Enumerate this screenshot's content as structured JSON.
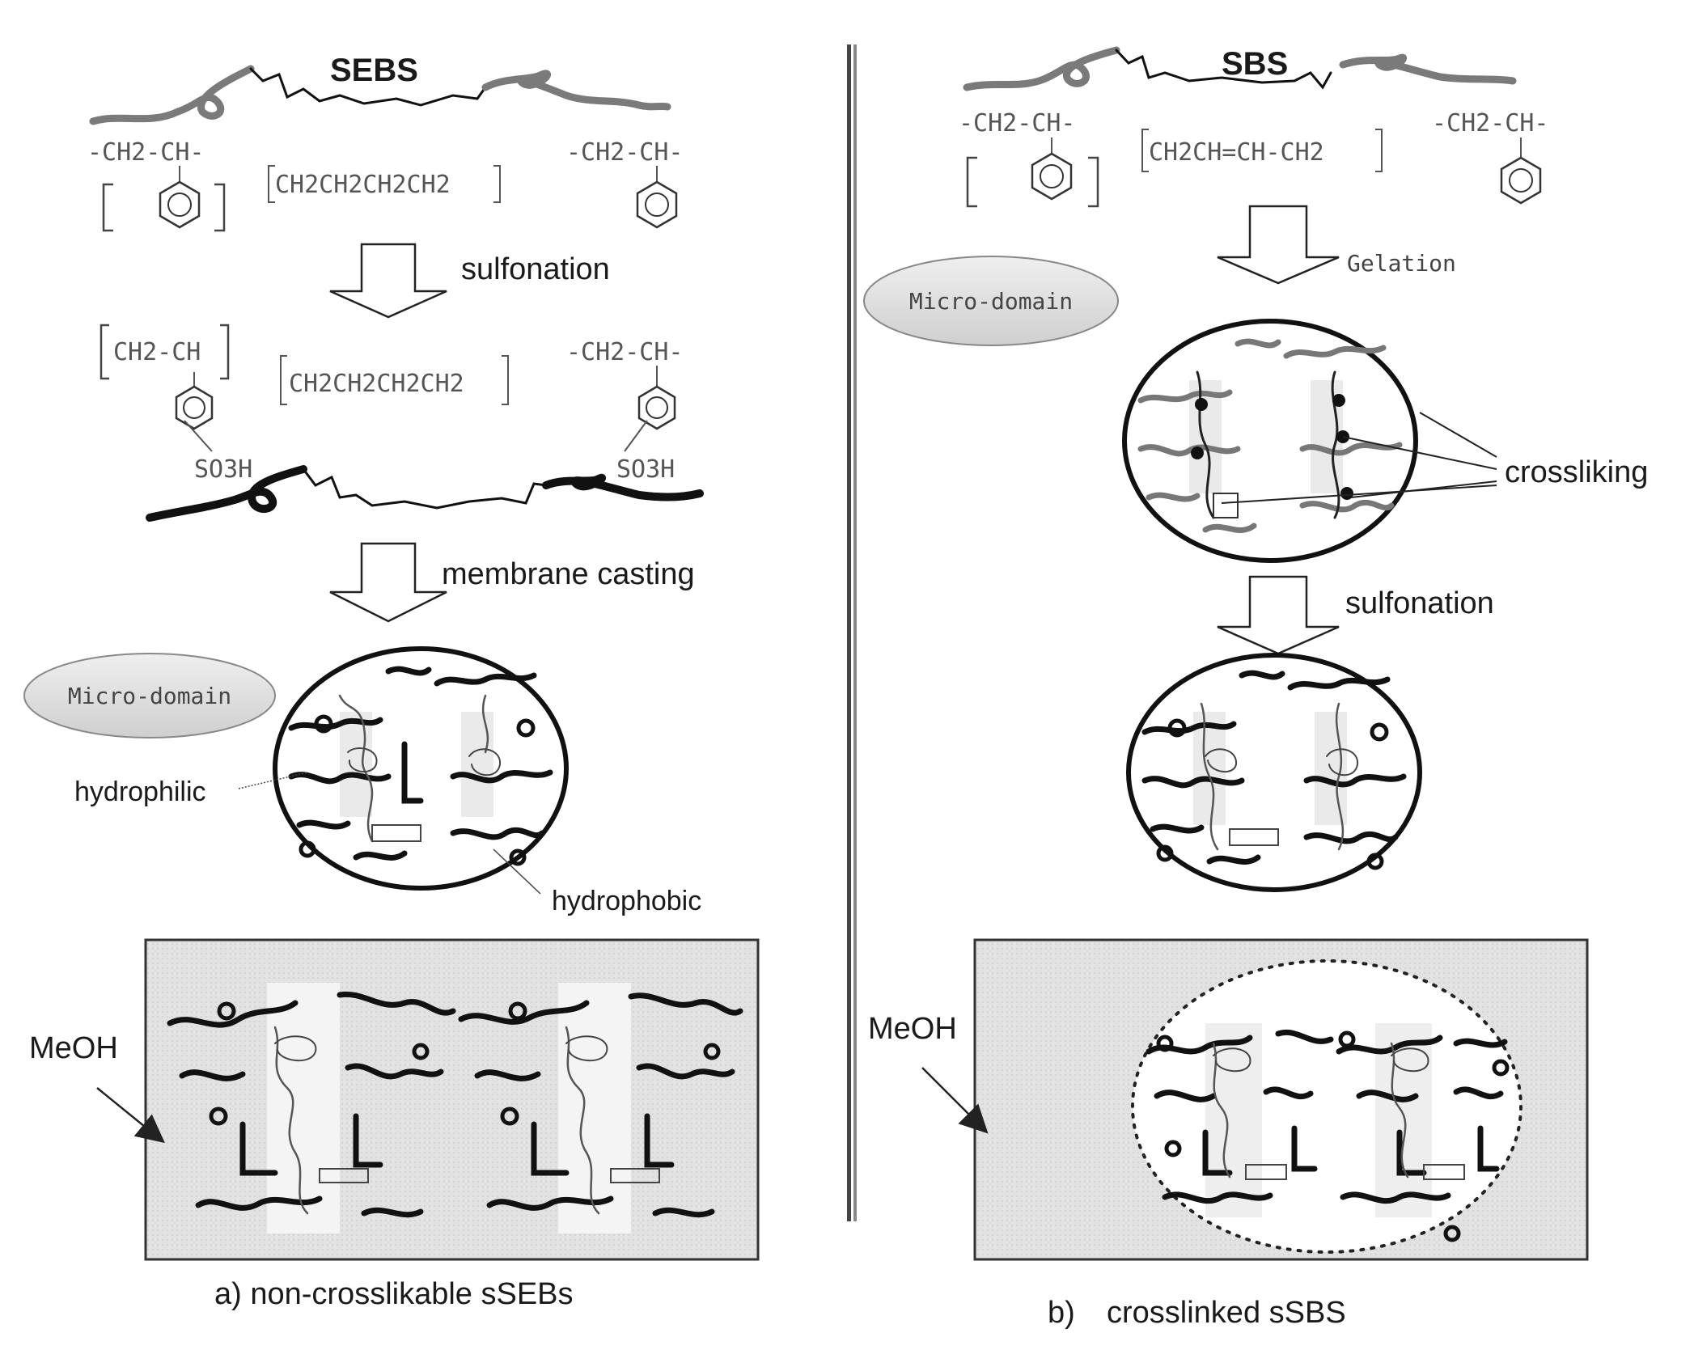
{
  "left": {
    "polymer_name": "SEBS",
    "styrene_unit": "-CH2-CH-",
    "ethylene_butylene_unit": "CH2CH2CH2CH2",
    "step1": "sulfonation",
    "sulfonated_styrene_unit": "CH2-CH",
    "sulfonated_right_unit": "-CH2-CH-",
    "sulfonic_group": "SO3H",
    "step2": "membrane casting",
    "micro_domain": "Micro-domain",
    "hydrophilic": "hydrophilic",
    "hydrophobic": "hydrophobic",
    "solvent": "MeOH",
    "caption": "a) non-crosslikable sSEBs"
  },
  "right": {
    "polymer_name": "SBS",
    "styrene_unit": "-CH2-CH-",
    "butadiene_unit": "CH2CH=CH-CH2",
    "step1": "Gelation",
    "micro_domain": "Micro-domain",
    "crosslinking": "crossliking",
    "step2": "sulfonation",
    "solvent": "MeOH",
    "caption_letter": "b)",
    "caption": "crosslinked sSBS"
  },
  "colors": {
    "chain_dark": "#111111",
    "chain_gray": "#7a7a7a",
    "box_fill": "#dcdcdc",
    "pill_fill": "#d9d9d9",
    "divider": "#555555"
  }
}
